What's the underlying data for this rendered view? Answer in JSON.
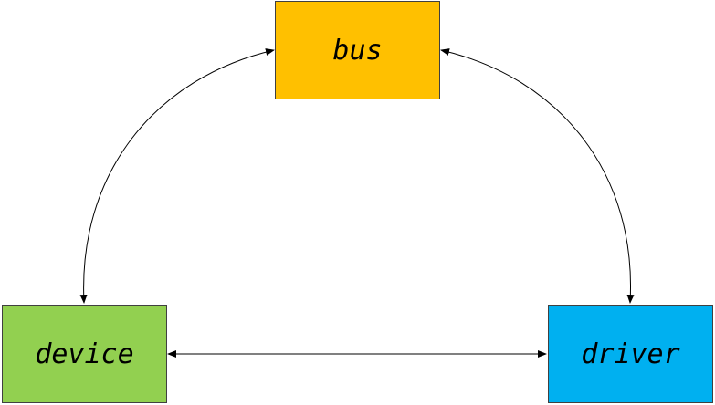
{
  "nodes": {
    "bus": {
      "label": "bus",
      "color": "#FFC000"
    },
    "device": {
      "label": "device",
      "color": "#92D050"
    },
    "driver": {
      "label": "driver",
      "color": "#00B0F0"
    }
  },
  "edges": [
    {
      "from": "bus",
      "to": "device",
      "direction": "both"
    },
    {
      "from": "bus",
      "to": "driver",
      "direction": "both"
    },
    {
      "from": "device",
      "to": "driver",
      "direction": "both"
    }
  ],
  "colors": {
    "line": "#000000",
    "border": "#404040"
  }
}
